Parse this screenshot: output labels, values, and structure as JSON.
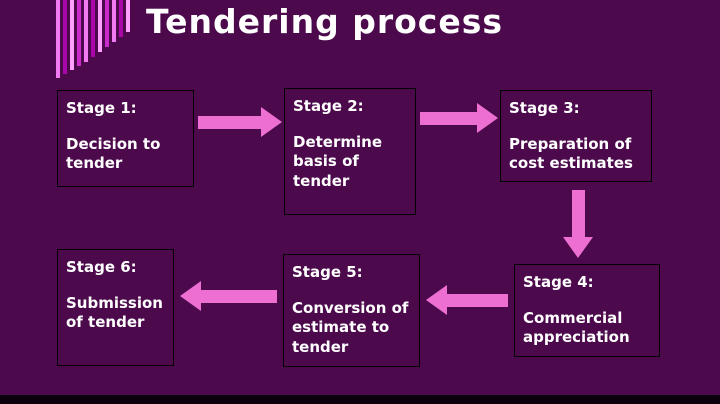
{
  "slide": {
    "title": "Tendering process",
    "colors": {
      "background": "#4c094c",
      "arrow": "#ee6fd2",
      "box_border": "#000000",
      "text": "#ffffff",
      "stripe_palette": [
        "#f27af2",
        "#a907a9",
        "#ff9fff",
        "#cb2acb"
      ]
    }
  },
  "stages": [
    {
      "label": "Stage 1:",
      "text": "Decision to tender"
    },
    {
      "label": "Stage 2:",
      "text": "Determine basis of tender"
    },
    {
      "label": "Stage 3:",
      "text": "Preparation of cost estimates"
    },
    {
      "label": "Stage 4:",
      "text": "Commercial appreciation"
    },
    {
      "label": "Stage 5:",
      "text": "Conversion of estimate to tender"
    },
    {
      "label": "Stage 6:",
      "text": "Submission of tender"
    }
  ],
  "connections": [
    {
      "from": "Stage 1",
      "to": "Stage 2",
      "direction": "right"
    },
    {
      "from": "Stage 2",
      "to": "Stage 3",
      "direction": "right"
    },
    {
      "from": "Stage 3",
      "to": "Stage 4",
      "direction": "down"
    },
    {
      "from": "Stage 4",
      "to": "Stage 5",
      "direction": "left"
    },
    {
      "from": "Stage 5",
      "to": "Stage 6",
      "direction": "left"
    }
  ]
}
